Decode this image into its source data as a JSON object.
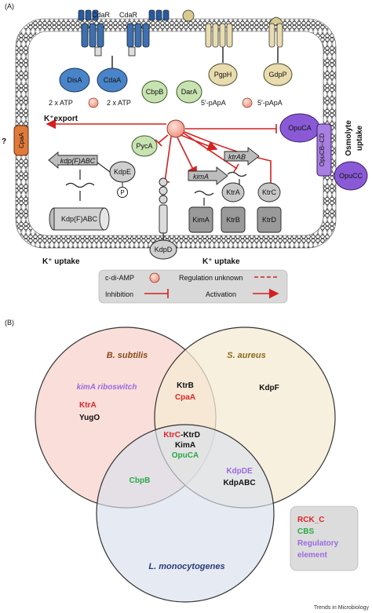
{
  "panel_a": {
    "label": "(A)",
    "receptors": [
      "CdaR",
      "CdaR"
    ],
    "cyclases": [
      "DisA",
      "CdaA"
    ],
    "atp_left": "2 x ATP",
    "atp_right": "2 x ATP",
    "pde": [
      "PgpH",
      "GdpP"
    ],
    "papa_left": "5′-pApA",
    "papa_right": "5′-pApA",
    "binders": [
      "CbpB",
      "DarA",
      "PycA"
    ],
    "k_export": "K⁺export",
    "question": "?",
    "cpaa": "CpaA",
    "opu": [
      "OpuCA",
      "OpuCB–CD",
      "OpuCC"
    ],
    "osmolyte_line1": "Osmolyte",
    "osmolyte_line2": "uptake",
    "genes": [
      "kdp(F)ABC",
      "kimA",
      "ktrAB"
    ],
    "kdpe": "KdpE",
    "phos": "P",
    "kdpd": "KdpD",
    "transporters": [
      "Kdp(F)ABC",
      "KimA",
      "KtrB",
      "KtrD"
    ],
    "ktr_sub": [
      "KtrA",
      "KtrC"
    ],
    "k_uptake_left": "K⁺ uptake",
    "k_uptake_right": "K⁺ uptake",
    "legend": {
      "cdiamp": "c-di-AMP",
      "unknown": "Regulation unknown",
      "inhibition": "Inhibition",
      "activation": "Activation"
    },
    "colors": {
      "cdiamp": "#f4a28f",
      "arrow": "#d42020",
      "blue": "#3e6fb0",
      "tan": "#e9dcae",
      "green": "#c8e3b2",
      "purple": "#8a5ad6",
      "orange": "#e07a3a"
    }
  },
  "panel_b": {
    "label": "(B)",
    "sets": [
      "B. subtilis",
      "S. aureus",
      "L. monocytogenes"
    ],
    "bs_only": {
      "riboswitch": "kimA riboswitch",
      "ktra": "KtrA",
      "yugo": "YugO"
    },
    "bs_sa": {
      "ktrb": "KtrB",
      "cpaa": "CpaA"
    },
    "sa_only": {
      "kdpf": "KdpF"
    },
    "center": {
      "ktrc": "KtrC",
      "ktrd": "-KtrD",
      "kima": "KimA",
      "opuca": "OpuCA"
    },
    "bs_lm": {
      "cbpb": "CbpB"
    },
    "sa_lm": {
      "kdpde": "KdpDE",
      "kdpabc": "KdpABC"
    },
    "key": [
      "RCK_C",
      "CBS",
      "Regulatory",
      "element"
    ],
    "key_colors": {
      "rck": "#e02424",
      "cbs": "#2aa846",
      "reg": "#9b6ae0"
    },
    "set_colors": {
      "bs": "#f8d8d2",
      "sa": "#f5ebd3",
      "lm": "#d9e1ec"
    }
  },
  "credit": "Trends in Microbiology"
}
